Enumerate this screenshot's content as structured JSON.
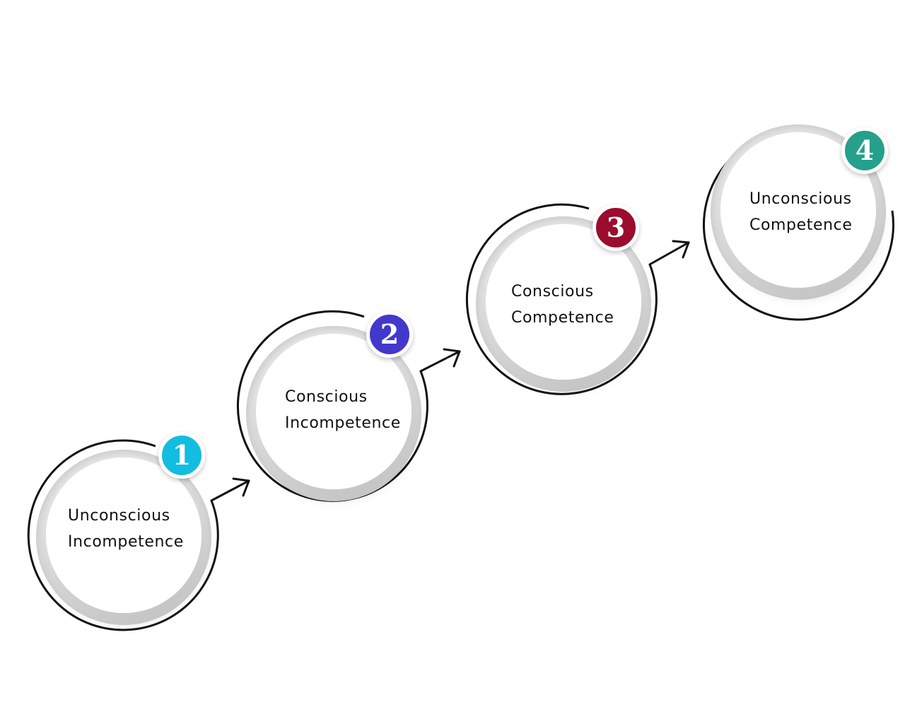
{
  "stages": [
    {
      "number": "1",
      "line1": "Unconscious",
      "line2": "Incompetence",
      "color": "#12bde0"
    },
    {
      "number": "2",
      "line1": "Conscious",
      "line2": "Incompetence",
      "color": "#4338cc"
    },
    {
      "number": "3",
      "line1": "Conscious",
      "line2": "Competence",
      "color": "#9b0c2d"
    },
    {
      "number": "4",
      "line1": "Unconscious",
      "line2": "Competence",
      "color": "#24a08c"
    }
  ],
  "colors": {
    "ring": "#111111",
    "disc": "#ffffff",
    "arrow": "#111111"
  }
}
